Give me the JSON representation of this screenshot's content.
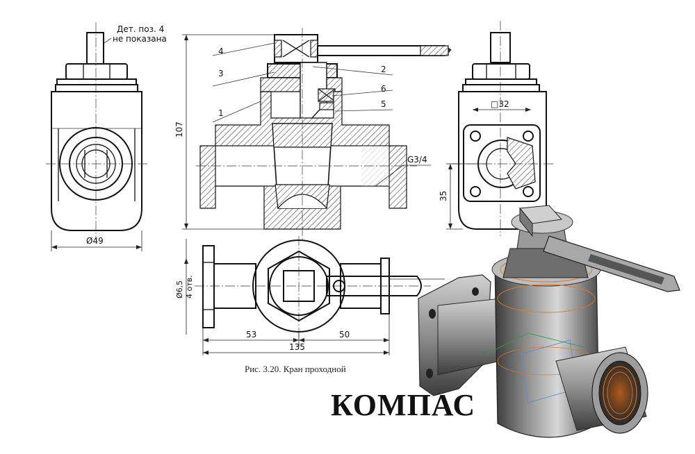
{
  "left_view": {
    "note_line1": "Дет. поз. 4",
    "note_line2": "не показана",
    "dim_diameter": "Ø49"
  },
  "section_view": {
    "callouts": [
      "4",
      "3",
      "1",
      "2",
      "6",
      "5"
    ],
    "dim_height": "107",
    "thread": "G3/4"
  },
  "right_view": {
    "dim_square": "□32",
    "dim_height": "35"
  },
  "top_view": {
    "dim_holes": "Ø6,5",
    "dim_holes_count": "4 отв.",
    "dim_53": "53",
    "dim_50": "50",
    "dim_135": "135"
  },
  "caption": "Рис. 3.20. Кран проходной",
  "brand": "КОМПАС"
}
